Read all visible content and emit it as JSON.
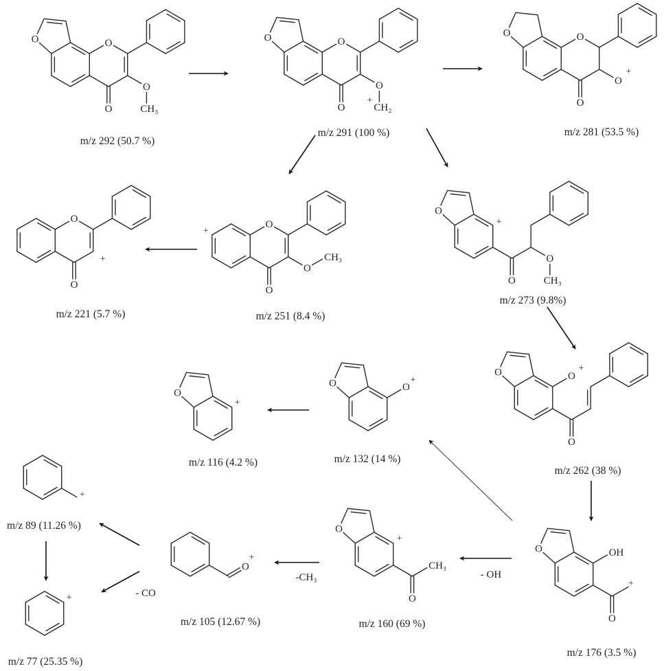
{
  "molecules": {
    "m292": {
      "label": "m/z 292 (50.7 %)",
      "atoms": {
        "furan_o": "O",
        "ring_o": "O",
        "keto_o": "O",
        "methoxy_o": "O",
        "methyl": "CH₃"
      }
    },
    "m291": {
      "label": "m/z 291 (100 %)",
      "atoms": {
        "furan_o": "O",
        "ring_o": "O",
        "keto_o": "O",
        "methoxy_o": "O",
        "methylene": "CH₂",
        "charge": "+"
      }
    },
    "m281": {
      "label": "m/z 281 (53.5 %)",
      "atoms": {
        "furan_o": "O",
        "ring_o": "O",
        "keto_o": "O",
        "oxy": "O",
        "charge": "+"
      }
    },
    "m251": {
      "label": "m/z 251 (8.4 %)",
      "atoms": {
        "ring_o": "O",
        "keto_o": "O",
        "methoxy_o": "O",
        "methyl": "CH₃",
        "charge": "+"
      }
    },
    "m221": {
      "label": "m/z 221 (5.7 %)",
      "atoms": {
        "ring_o": "O",
        "keto_o": "O",
        "charge": "+"
      }
    },
    "m273": {
      "label": "m/z 273 (9.8%)",
      "atoms": {
        "furan_o": "O",
        "charge": "+",
        "keto_o": "O",
        "methoxy_o": "O",
        "methyl": "CH₃"
      }
    },
    "m262": {
      "label": "m/z 262 (38 %)",
      "atoms": {
        "furan_o": "O",
        "oxy": "O",
        "charge": "+",
        "keto_o": "O"
      }
    },
    "m132": {
      "label": "m/z 132 (14 %)",
      "atoms": {
        "furan_o": "O",
        "oxy": "O",
        "charge": "+"
      }
    },
    "m116": {
      "label": "m/z 116 (4.2 %)",
      "atoms": {
        "furan_o": "O",
        "charge": "+"
      }
    },
    "m176": {
      "label": "m/z 176 (3.5 %)",
      "atoms": {
        "furan_o": "O",
        "hydroxyl": "OH",
        "keto_o": "O",
        "charge": "+"
      }
    },
    "m160": {
      "label": "m/z 160 (69 %)",
      "atoms": {
        "furan_o": "O",
        "charge": "+",
        "keto_o": "O",
        "methyl": "CH₃"
      }
    },
    "m105": {
      "label": "m/z 105 (12.67 %)",
      "atoms": {
        "acyl_o": "O",
        "charge": "+"
      }
    },
    "m89": {
      "label": "m/z 89 (11.26 %)",
      "atoms": {
        "charge": "+"
      }
    },
    "m77": {
      "label": "m/z 77 (25.35 %)",
      "atoms": {
        "charge": "+"
      }
    }
  },
  "losses": {
    "oh": "- OH",
    "ch3": "-CH₃",
    "co": "- CO"
  }
}
